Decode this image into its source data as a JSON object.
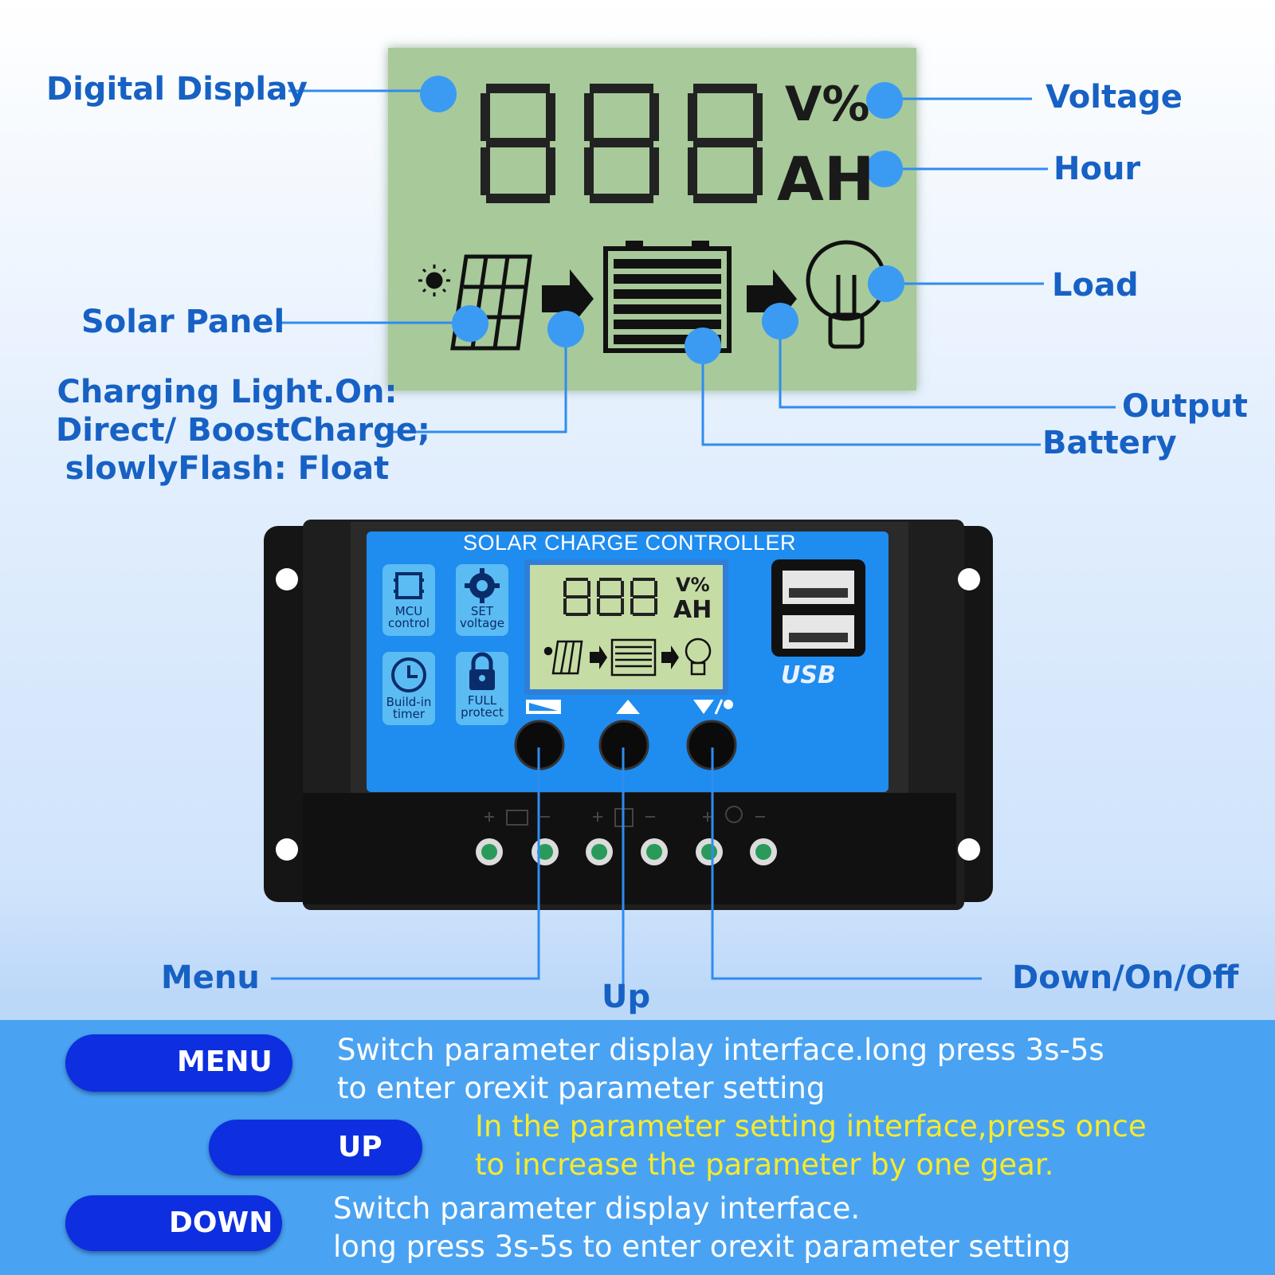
{
  "callouts": {
    "digital_display": "Digital Display",
    "voltage": "Voltage",
    "hour": "Hour",
    "load": "Load",
    "solar_panel": "Solar Panel",
    "charging_line1": "Charging Light.On:",
    "charging_line2": "Direct/ BoostCharge;",
    "charging_line3": "slowlyFlash: Float",
    "output": "Output",
    "battery": "Battery",
    "menu": "Menu",
    "up": "Up",
    "down_on_off": "Down/On/Off"
  },
  "lcd": {
    "unit_top": "V%",
    "unit_bottom": "AH"
  },
  "device": {
    "title": "SOLAR CHARGE CONTROLLER",
    "features": [
      {
        "line1": "MCU",
        "line2": "control",
        "icon": "chip-icon"
      },
      {
        "line1": "SET",
        "line2": "voltage",
        "icon": "gear-icon"
      },
      {
        "line1": "Build-in",
        "line2": "timer",
        "icon": "clock-icon"
      },
      {
        "line1": "FULL",
        "line2": "protect",
        "icon": "lock-icon"
      }
    ],
    "usb_label": "USB",
    "mini_unit_top": "V%",
    "mini_unit_bottom": "AH"
  },
  "buttons": [
    {
      "label": "MENU",
      "description_line1": "Switch parameter display interface.long press 3s-5s",
      "description_line2": "to enter orexit parameter setting"
    },
    {
      "label": "UP",
      "description_line1": "In the parameter setting interface,press once",
      "description_line2": "to increase the parameter by one gear."
    },
    {
      "label": "DOWN",
      "description_line1": "Switch parameter display interface.",
      "description_line2": "long press 3s-5s to enter orexit parameter setting"
    }
  ],
  "colors": {
    "callout_text": "#1761c4",
    "lcd_bg": "#a8c99a",
    "device_face": "#1f8cf0",
    "pill_bg": "#0d2fe0",
    "highlight_text": "#f6ea2d"
  }
}
